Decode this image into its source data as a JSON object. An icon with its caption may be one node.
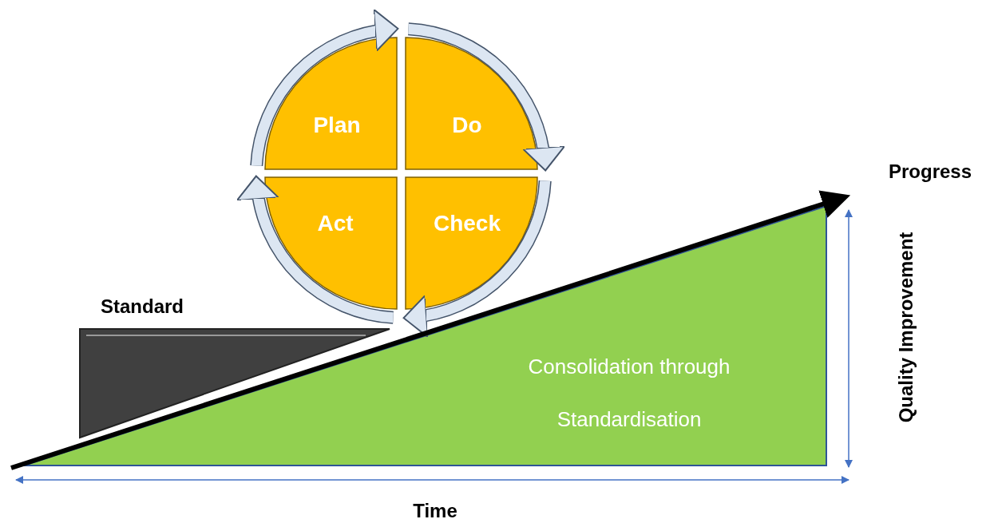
{
  "diagram": {
    "nodes": [
      {
        "text": [
          "Plan"
        ]
      },
      {
        "text": [
          "Do"
        ]
      },
      {
        "text": [
          "Check"
        ]
      },
      {
        "text": [
          "Act"
        ]
      },
      {
        "text": [
          "Standard"
        ]
      },
      {
        "text": [
          "Consolidation through Standardisation"
        ]
      }
    ],
    "edges": [
      {
        "from": 0,
        "to": 1,
        "arrow": "to"
      },
      {
        "from": 1,
        "to": 2,
        "arrow": "to"
      },
      {
        "from": 2,
        "to": 3,
        "arrow": "to"
      },
      {
        "from": 3,
        "to": 0,
        "arrow": "to"
      }
    ],
    "labels": [
      "Progress",
      "Quality Improvement",
      "Time"
    ]
  }
}
